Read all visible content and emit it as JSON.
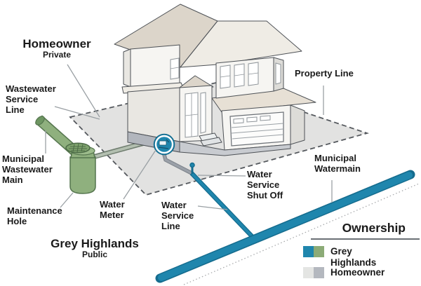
{
  "colors": {
    "teal": "#1F86AD",
    "teal-dark": "#156C8E",
    "green": "#8FB07E",
    "green-dark": "#55754E",
    "green-mid": "#7FA36E",
    "lawn": "#E2E2E1",
    "dash": "#55595E",
    "leader": "#9AA0A4",
    "text": "#1A1A1A",
    "wall": "#F6F5F2",
    "wall-shade": "#E9E7E2",
    "roof": "#E7E0D5",
    "roof-shade": "#DCD5CA",
    "roof-light": "#EFECE5",
    "foundation": "#B2B6BD",
    "foundation-light": "#C8CBD0",
    "outline": "#4D5156",
    "pipe-grey": "#9AA0A8"
  },
  "labels": {
    "homeowner": {
      "title": "Homeowner",
      "subtitle": "Private"
    },
    "wastewater_service_line": "Wastewater\nService\nLine",
    "municipal_wastewater_main": "Municipal\nWastewater\nMain",
    "maintenance_hole": "Maintenance\nHole",
    "water_meter": "Water\nMeter",
    "grey_highlands": {
      "title": "Grey Highlands",
      "subtitle": "Public"
    },
    "water_service_line": "Water\nService\nLine",
    "water_service_shut_off": "Water\nService\nShut Off",
    "municipal_watermain": "Municipal\nWatermain",
    "property_line": "Property Line"
  },
  "legend": {
    "title": "Ownership",
    "items": [
      {
        "label": "Grey Highlands",
        "swatches": [
          "#1F86AD",
          "#8CAB77"
        ]
      },
      {
        "label": "Homeowner",
        "swatches": [
          "#E4E5E3",
          "#B4B8BF"
        ]
      }
    ]
  }
}
